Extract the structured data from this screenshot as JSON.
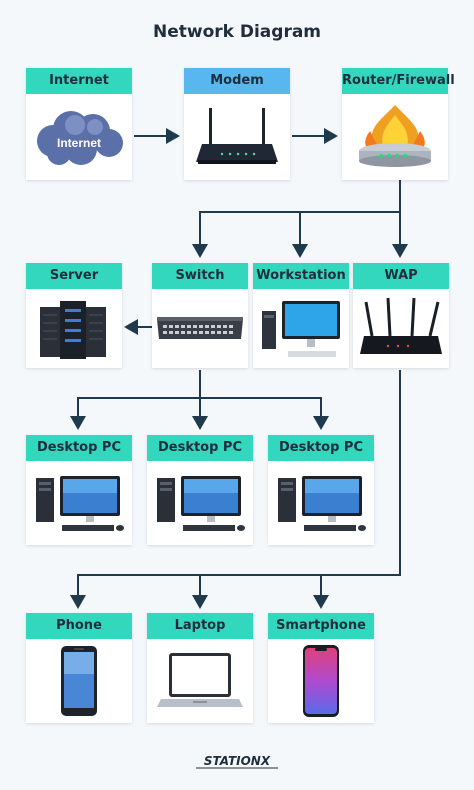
{
  "title": "Network Diagram",
  "nodes": {
    "internet": {
      "label": "Internet",
      "cloud_text": "Internet"
    },
    "modem": {
      "label": "Modem"
    },
    "router": {
      "label": "Router/Firewall"
    },
    "server": {
      "label": "Server"
    },
    "switch": {
      "label": "Switch"
    },
    "workstation": {
      "label": "Workstation"
    },
    "wap": {
      "label": "WAP"
    },
    "desktop1": {
      "label": "Desktop PC"
    },
    "desktop2": {
      "label": "Desktop PC"
    },
    "desktop3": {
      "label": "Desktop PC"
    },
    "phone": {
      "label": "Phone"
    },
    "laptop": {
      "label": "Laptop"
    },
    "smartphone": {
      "label": "Smartphone"
    }
  },
  "logo": {
    "text": "STATIONX"
  },
  "colors": {
    "teal": "#33d7bd",
    "blue": "#57b7ee",
    "line": "#1f3a4d"
  }
}
